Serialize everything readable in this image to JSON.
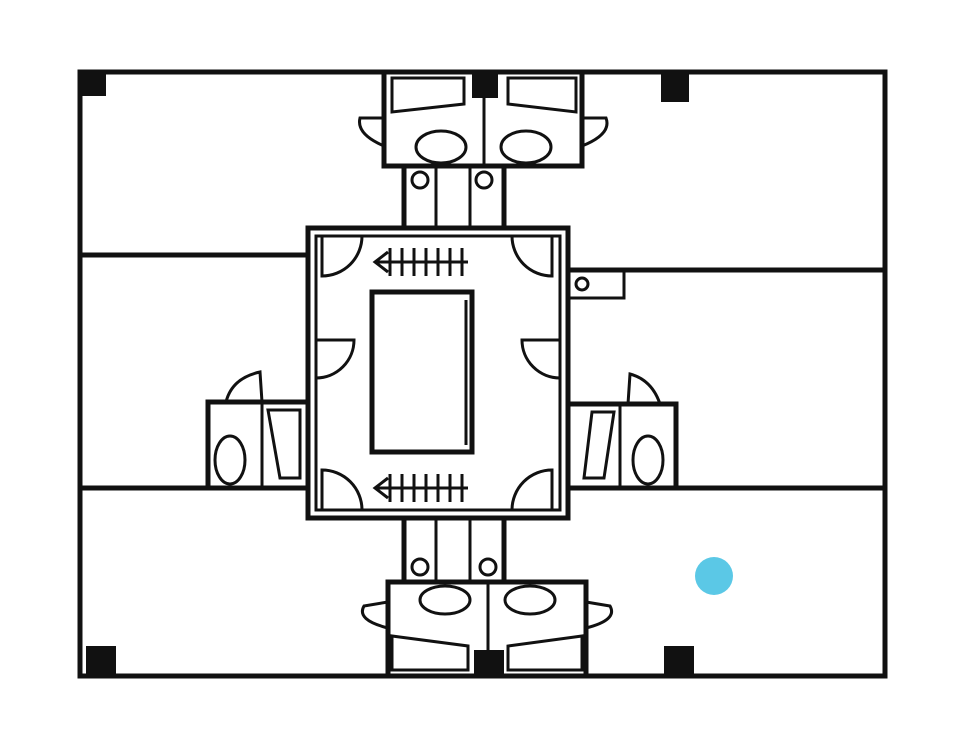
{
  "diagram": {
    "type": "floor-plan",
    "line_color": "#111111",
    "background_color": "#ffffff",
    "marker_color": "#5bc8e6",
    "rooms": [
      "office-top-left",
      "office-top-right",
      "office-mid-left",
      "office-mid-right",
      "office-bottom"
    ],
    "core": {
      "stairs": 2,
      "elevator_shaft": 1,
      "doors": 6
    },
    "washroom_blocks": [
      "top",
      "bottom",
      "left",
      "right"
    ],
    "columns": 6,
    "marker": {
      "shape": "circle",
      "room": "office-bottom"
    }
  }
}
